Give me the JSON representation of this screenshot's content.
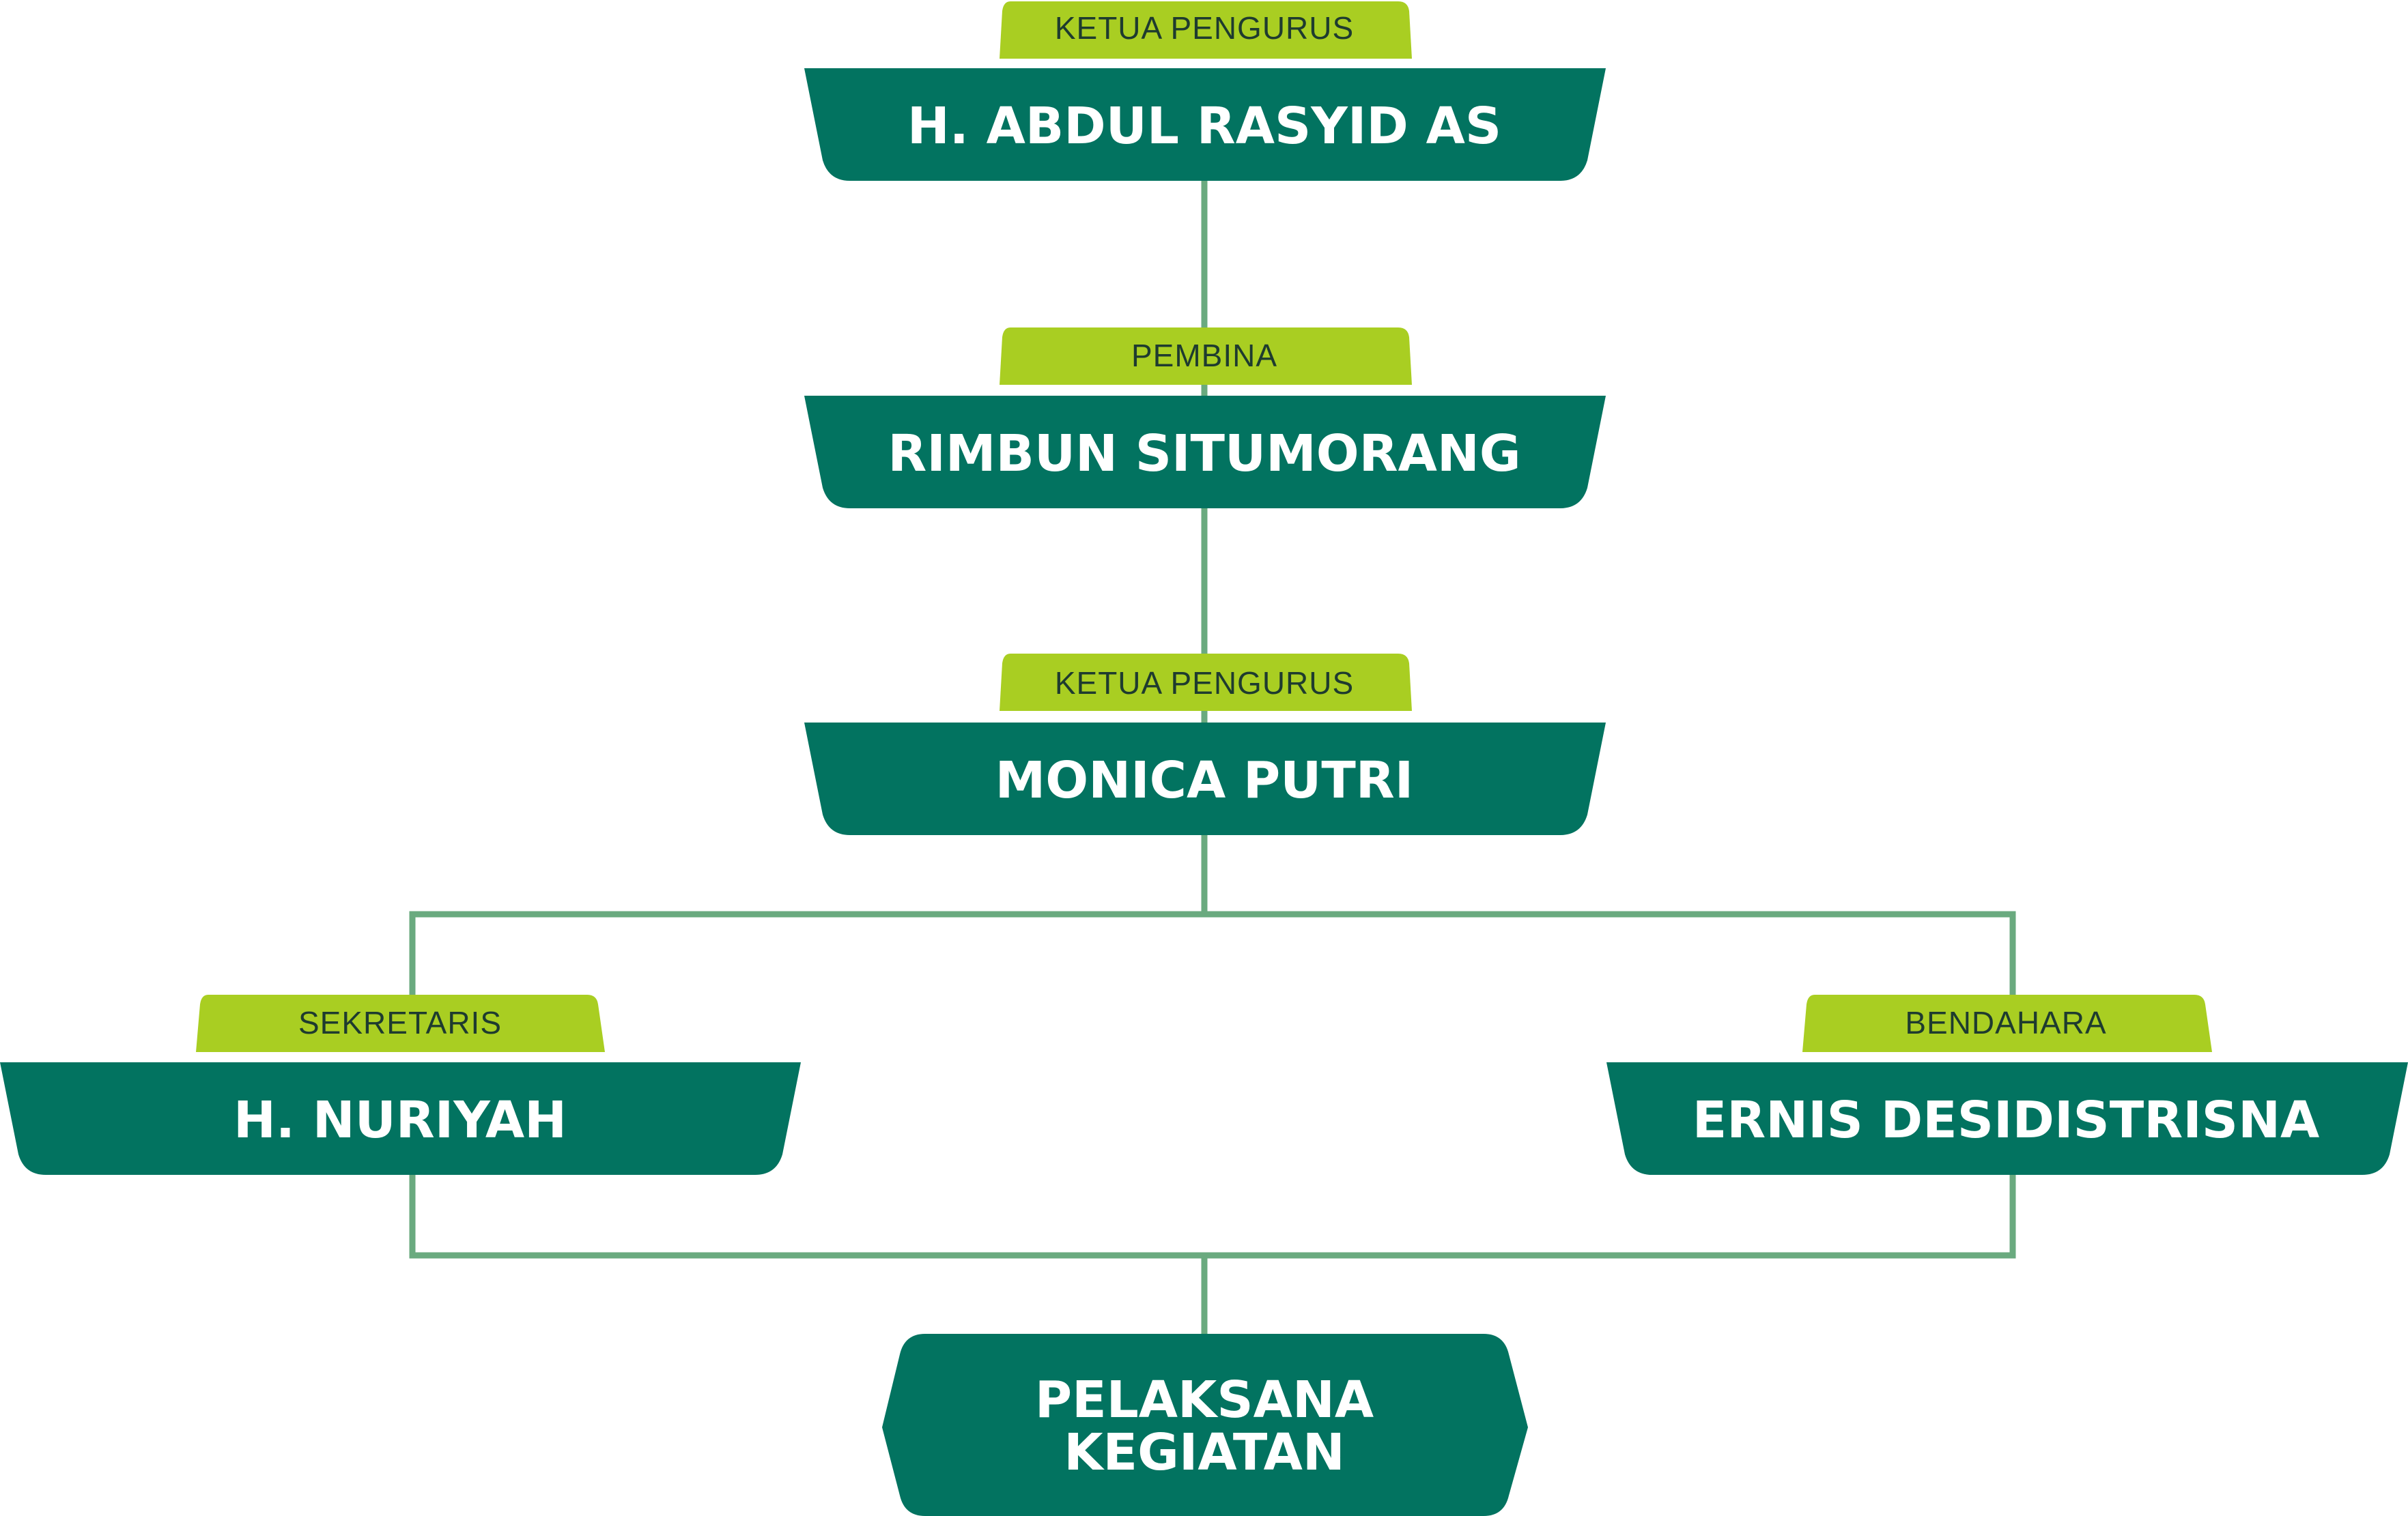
{
  "colors": {
    "name_box": "#027360",
    "role_tab": "#a9ce22",
    "connector": "#6aaa7f",
    "role_text": "#1e3b2f",
    "name_text": "#ffffff"
  },
  "org_chart": {
    "nodes": [
      {
        "id": "abdul-rasyid",
        "role": "KETUA PENGURUS",
        "name": "H. ABDUL RASYID AS"
      },
      {
        "id": "rimbun-situmorang",
        "role": "PEMBINA",
        "name": "RIMBUN SITUMORANG"
      },
      {
        "id": "monica-putri",
        "role": "KETUA PENGURUS",
        "name": "MONICA PUTRI"
      },
      {
        "id": "nuriyah",
        "role": "SEKRETARIS",
        "name": "H. NURIYAH"
      },
      {
        "id": "ernis",
        "role": "BENDAHARA",
        "name": "ERNIS DESIDISTRISNA"
      }
    ],
    "final_node": {
      "line1": "PELAKSANA",
      "line2": "KEGIATAN"
    }
  }
}
